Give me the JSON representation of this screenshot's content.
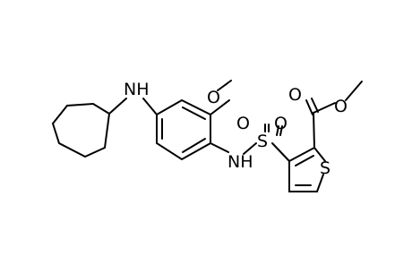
{
  "labels": {
    "amine_nh": "NH",
    "sulfonamide_nh": "NH",
    "methoxy_o": "O",
    "sulfonyl_s": "S",
    "sulfonyl_o_left": "O",
    "sulfonyl_o_right": "O",
    "carbonyl_o": "O",
    "ester_o": "O",
    "thiophene_s": "S"
  },
  "colors": {
    "bonds": "#000000",
    "text": "#000000",
    "background": "#ffffff"
  }
}
